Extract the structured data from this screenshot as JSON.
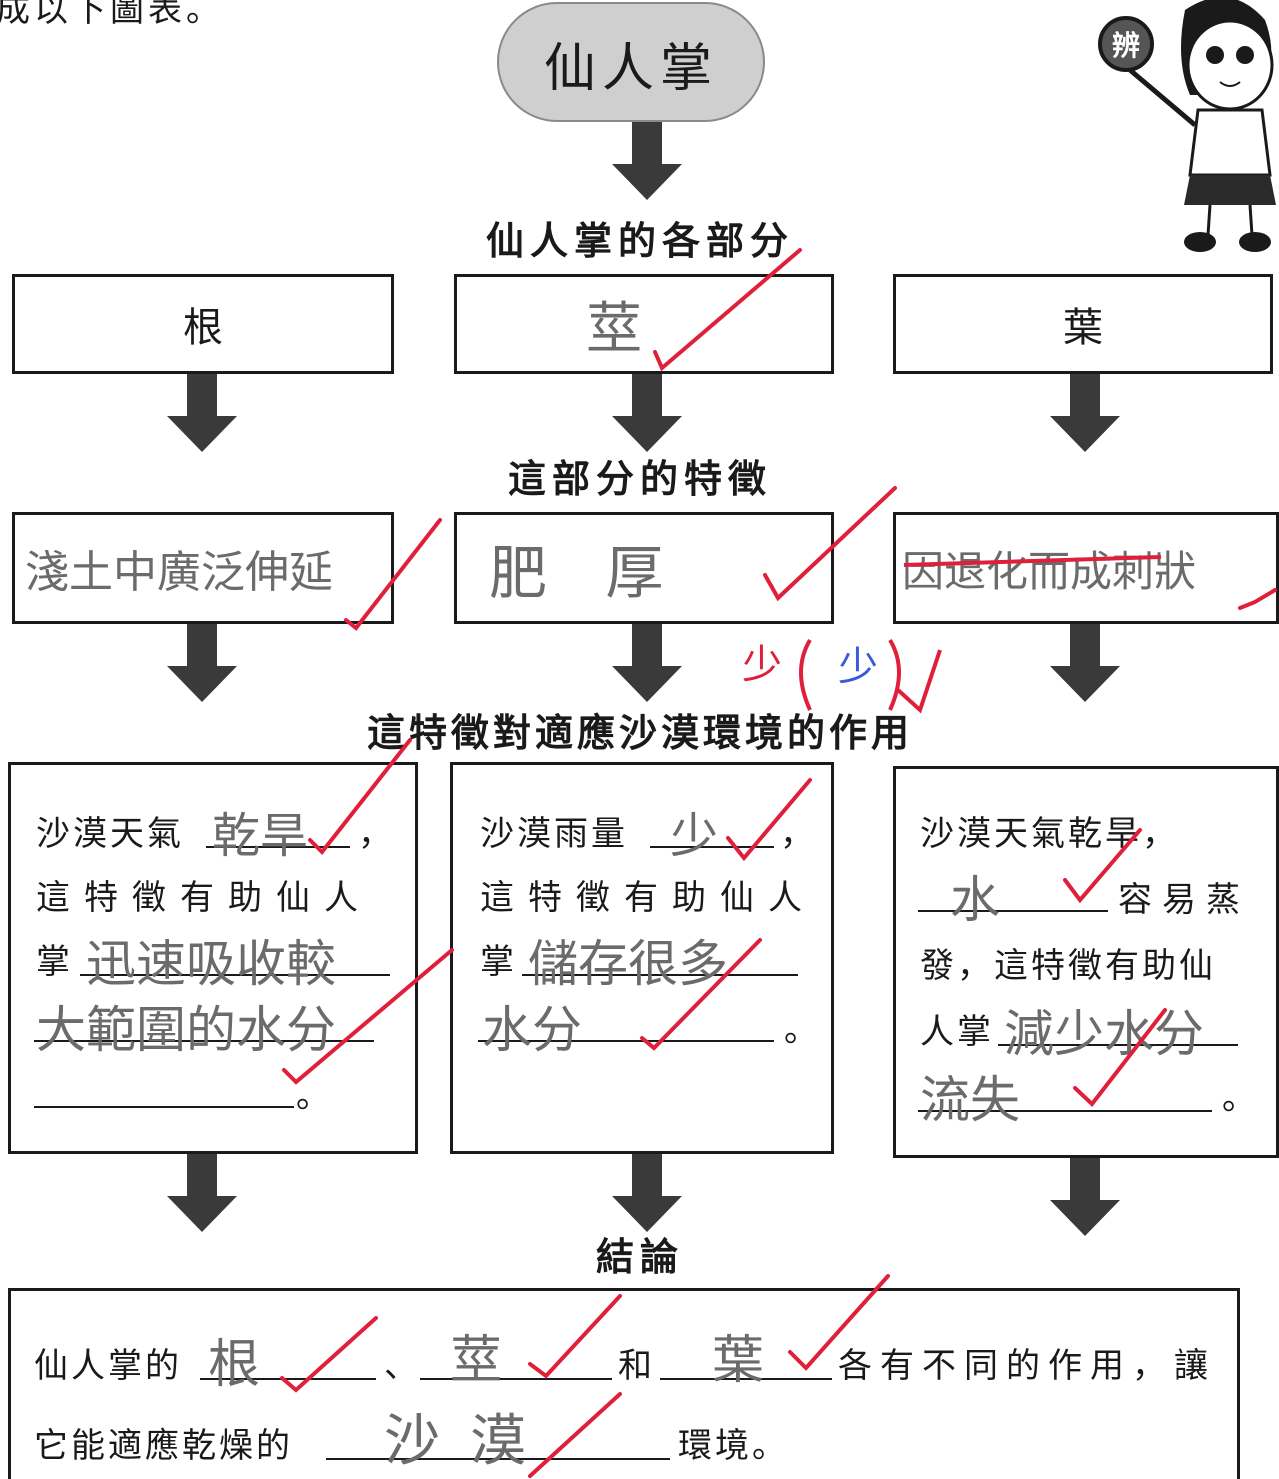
{
  "top_fragment": "成以下圖表。",
  "title": "仙人掌",
  "headings": {
    "parts": "仙人掌的各部分",
    "features": "這部分的特徵",
    "functions": "這特徵對適應沙漠環境的作用",
    "conclusion": "結論"
  },
  "badge": "辨",
  "parts": {
    "root": "根",
    "stem_answer": "莖",
    "leaf": "葉"
  },
  "features": {
    "root_answer": "淺土中廣泛伸延",
    "stem_answer": "肥 厚",
    "leaf_answer": "因退化而成刺狀"
  },
  "teacher_note": {
    "red": "少",
    "blue": "少"
  },
  "functions": {
    "root": {
      "line1_prefix": "沙漠天氣",
      "line1_answer": "乾旱",
      "line1_suffix": "，",
      "line2": "這特徵有助仙人",
      "line3_prefix": "掌",
      "line3_answer": "迅速吸收較",
      "line4_answer": "大範圍的水分",
      "end": "。"
    },
    "stem": {
      "line1_prefix": "沙漠雨量",
      "line1_answer": "少",
      "line1_suffix": "，",
      "line2": "這特徵有助仙人",
      "line3_prefix": "掌",
      "line3_answer": "儲存很多",
      "line4_answer": "水分",
      "end": "。"
    },
    "leaf": {
      "line1": "沙漠天氣乾旱，",
      "line2_answer": "水",
      "line2_suffix": "容易蒸",
      "line3": "發，這特徵有助仙",
      "line4_prefix": "人掌",
      "line4_answer": "減少水分",
      "line5_answer": "流失",
      "end": "。"
    }
  },
  "conclusion": {
    "prefix": "仙人掌的",
    "answer1": "根",
    "sep1": "、",
    "answer2": "莖",
    "sep2": "和",
    "answer3": "葉",
    "suffix1": "各有不同的作用，讓",
    "prefix2": "它能適應乾燥的",
    "answer4": "沙漠",
    "suffix2": "環境。"
  },
  "colors": {
    "ink": "#1a1a1a",
    "pencil": "#6b6b6b",
    "teacher_red": "#e0203a",
    "teacher_blue": "#3a5bd9",
    "title_pill": "#cfcfcf",
    "arrow": "#3a3a3a"
  }
}
